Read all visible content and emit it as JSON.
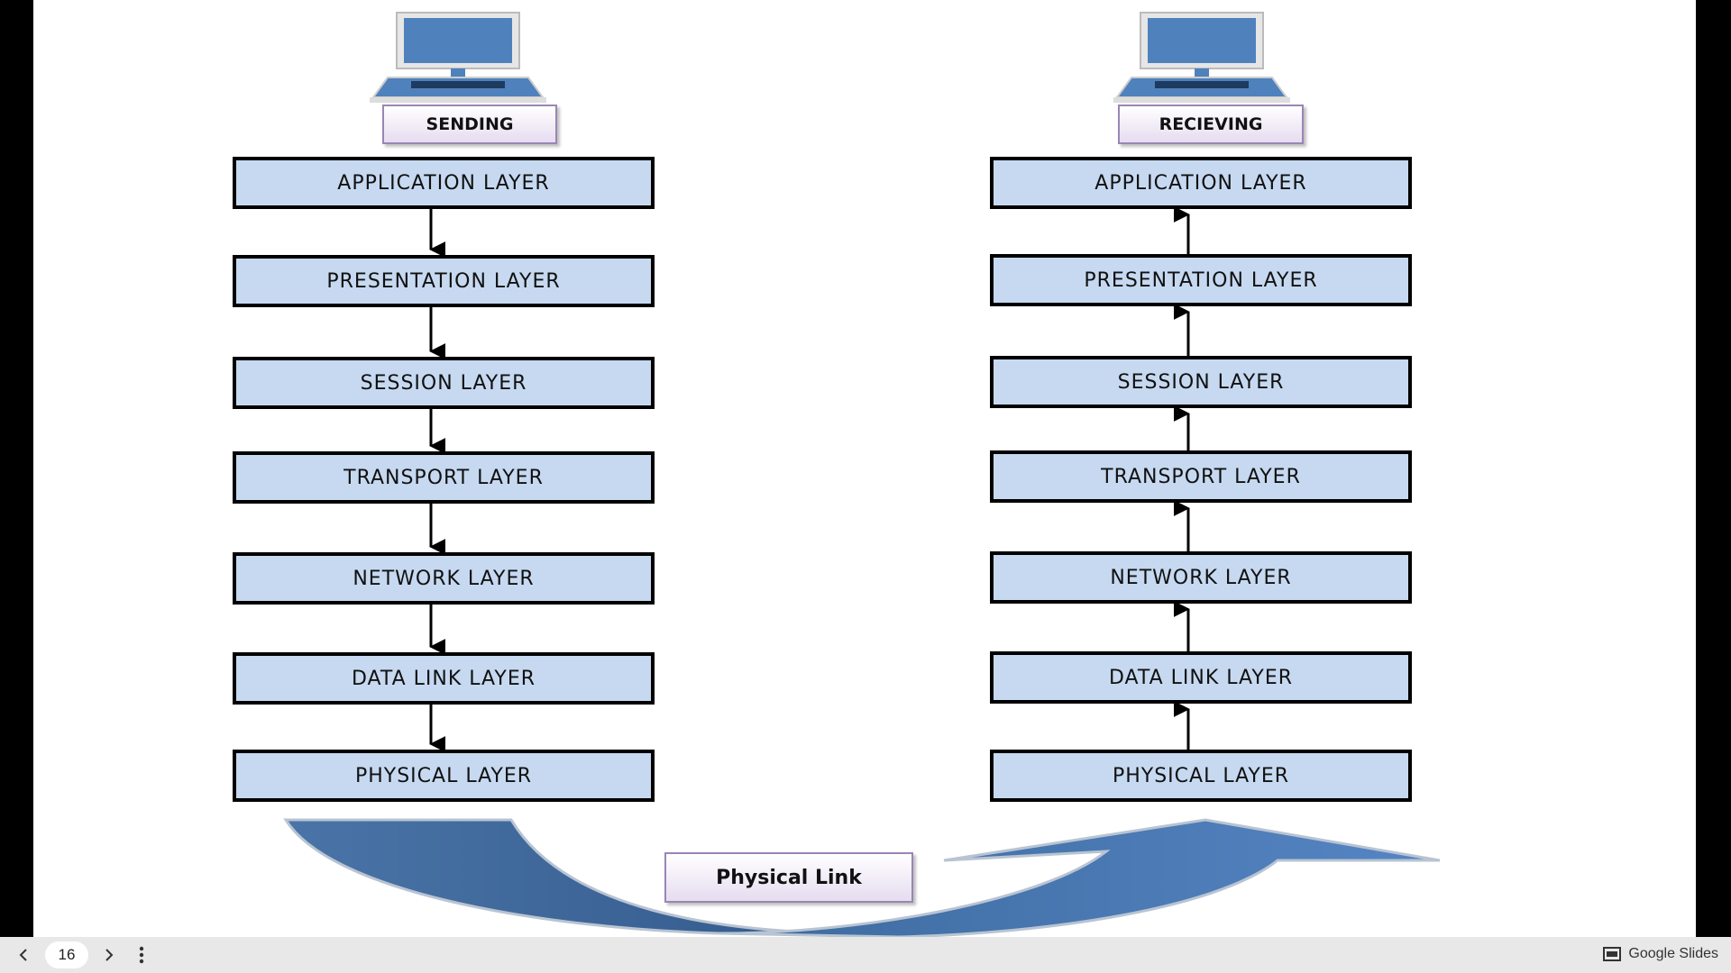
{
  "slide": {
    "left_stack": {
      "tag": "SENDING",
      "layers": [
        "APPLICATION LAYER",
        "PRESENTATION LAYER",
        "SESSION LAYER",
        "TRANSPORT LAYER",
        "NETWORK LAYER",
        "DATA LINK LAYER",
        "PHYSICAL LAYER"
      ],
      "arrow_direction": "down"
    },
    "right_stack": {
      "tag": "RECIEVING",
      "layers": [
        "APPLICATION LAYER",
        "PRESENTATION LAYER",
        "SESSION LAYER",
        "TRANSPORT LAYER",
        "NETWORK LAYER",
        "DATA LINK LAYER",
        "PHYSICAL LAYER"
      ],
      "arrow_direction": "up"
    },
    "link_label": "Physical Link",
    "colors": {
      "layer_fill": "#c6d9f1",
      "arrow_dark": "#3d6595",
      "arrow_light": "#4f81bd",
      "monitor_blue": "#4f81bd"
    }
  },
  "toolbar": {
    "prev_icon": "chevron-left-icon",
    "page_number": "16",
    "next_icon": "chevron-right-icon",
    "menu_icon": "more-vert-icon",
    "brand": "Google Slides",
    "brand_icon": "slides-icon"
  }
}
